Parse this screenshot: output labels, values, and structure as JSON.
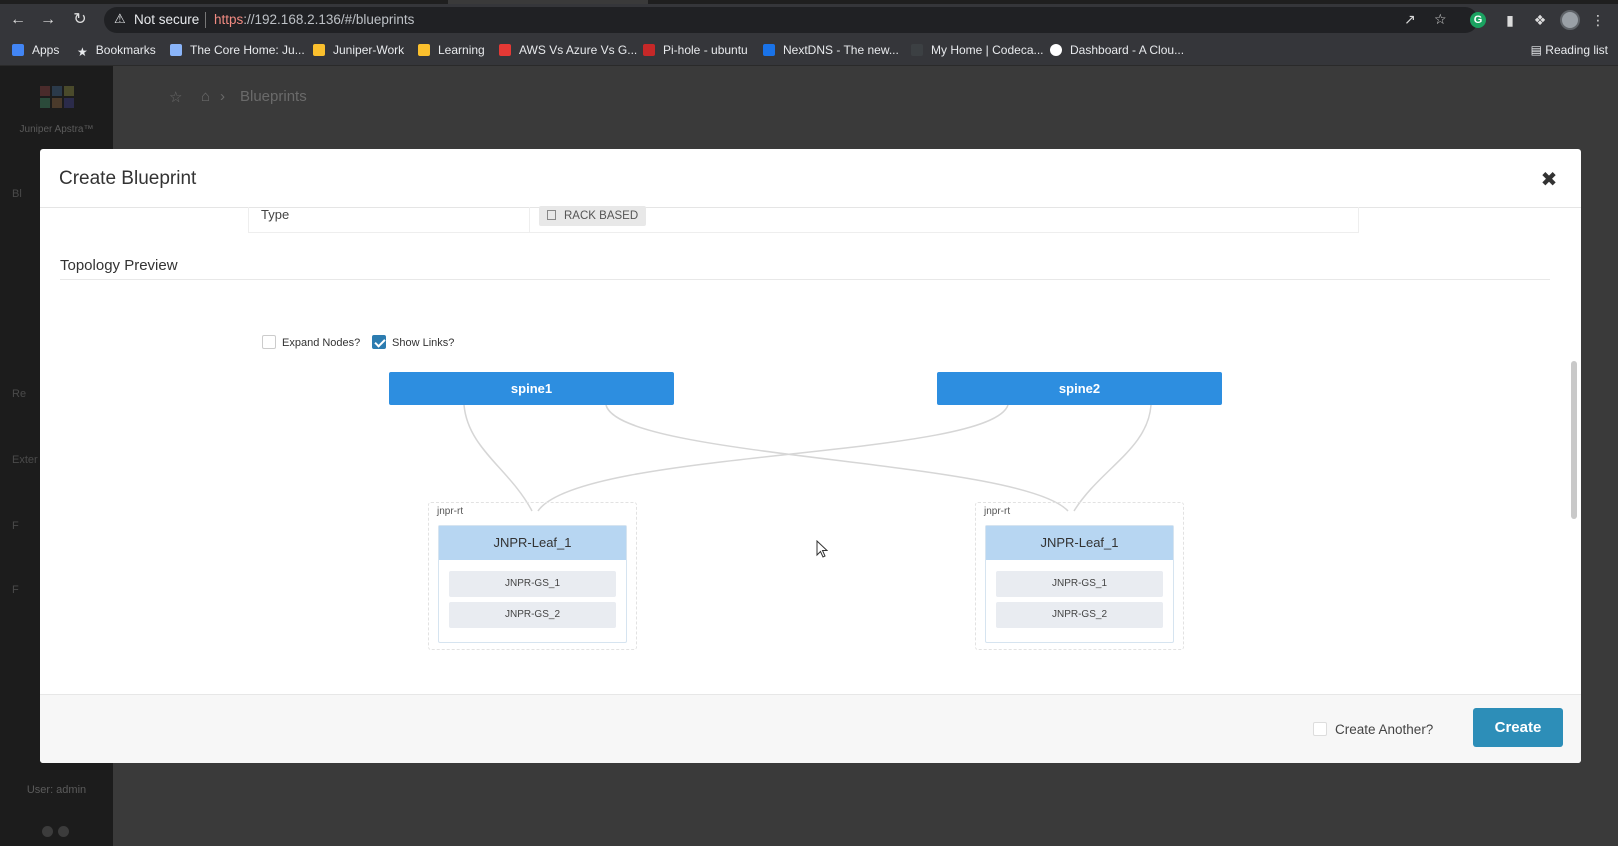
{
  "browser": {
    "security_label": "Not secure",
    "url_scheme": "https",
    "url_rest": "://192.168.2.136/#/blueprints",
    "bookmarks": [
      {
        "label": "Apps",
        "color": "#4285f4"
      },
      {
        "label": "Bookmarks",
        "color": "#e8eaed"
      },
      {
        "label": "The Core Home: Ju...",
        "color": "#8ab4f8"
      },
      {
        "label": "Juniper-Work",
        "color": "#fbc02d"
      },
      {
        "label": "Learning",
        "color": "#fbc02d"
      },
      {
        "label": "AWS Vs Azure Vs G...",
        "color": "#e53935"
      },
      {
        "label": "Pi-hole - ubuntu",
        "color": "#c62828"
      },
      {
        "label": "NextDNS - The new...",
        "color": "#1a73e8"
      },
      {
        "label": "My Home | Codeca...",
        "color": "#3c4043"
      },
      {
        "label": "Dashboard - A Clou...",
        "color": "#ffffff"
      }
    ],
    "reading_list": "Reading list"
  },
  "app": {
    "brand": "Juniper Apstra™",
    "breadcrumb_current": "Blueprints",
    "user_label": "User: admin",
    "side_labels": [
      "Bl",
      "Re",
      "Exter",
      "F",
      "F"
    ]
  },
  "modal": {
    "title": "Create Blueprint",
    "type_label": "Type",
    "type_value": "RACK BASED",
    "topology_title": "Topology Preview",
    "expand_nodes_label": "Expand Nodes?",
    "show_links_label": "Show Links?",
    "spines": [
      "spine1",
      "spine2"
    ],
    "racks": [
      {
        "label": "jnpr-rt",
        "leaf": "JNPR-Leaf_1",
        "servers": [
          "JNPR-GS_1",
          "JNPR-GS_2"
        ]
      },
      {
        "label": "jnpr-rt",
        "leaf": "JNPR-Leaf_1",
        "servers": [
          "JNPR-GS_1",
          "JNPR-GS_2"
        ]
      }
    ],
    "create_another_label": "Create Another?",
    "create_button": "Create"
  },
  "colors": {
    "spine": "#2d8ee0",
    "leaf_header": "#b7d6f2",
    "create_button": "#2d8eb8",
    "checkbox_checked": "#2c7cb0"
  }
}
